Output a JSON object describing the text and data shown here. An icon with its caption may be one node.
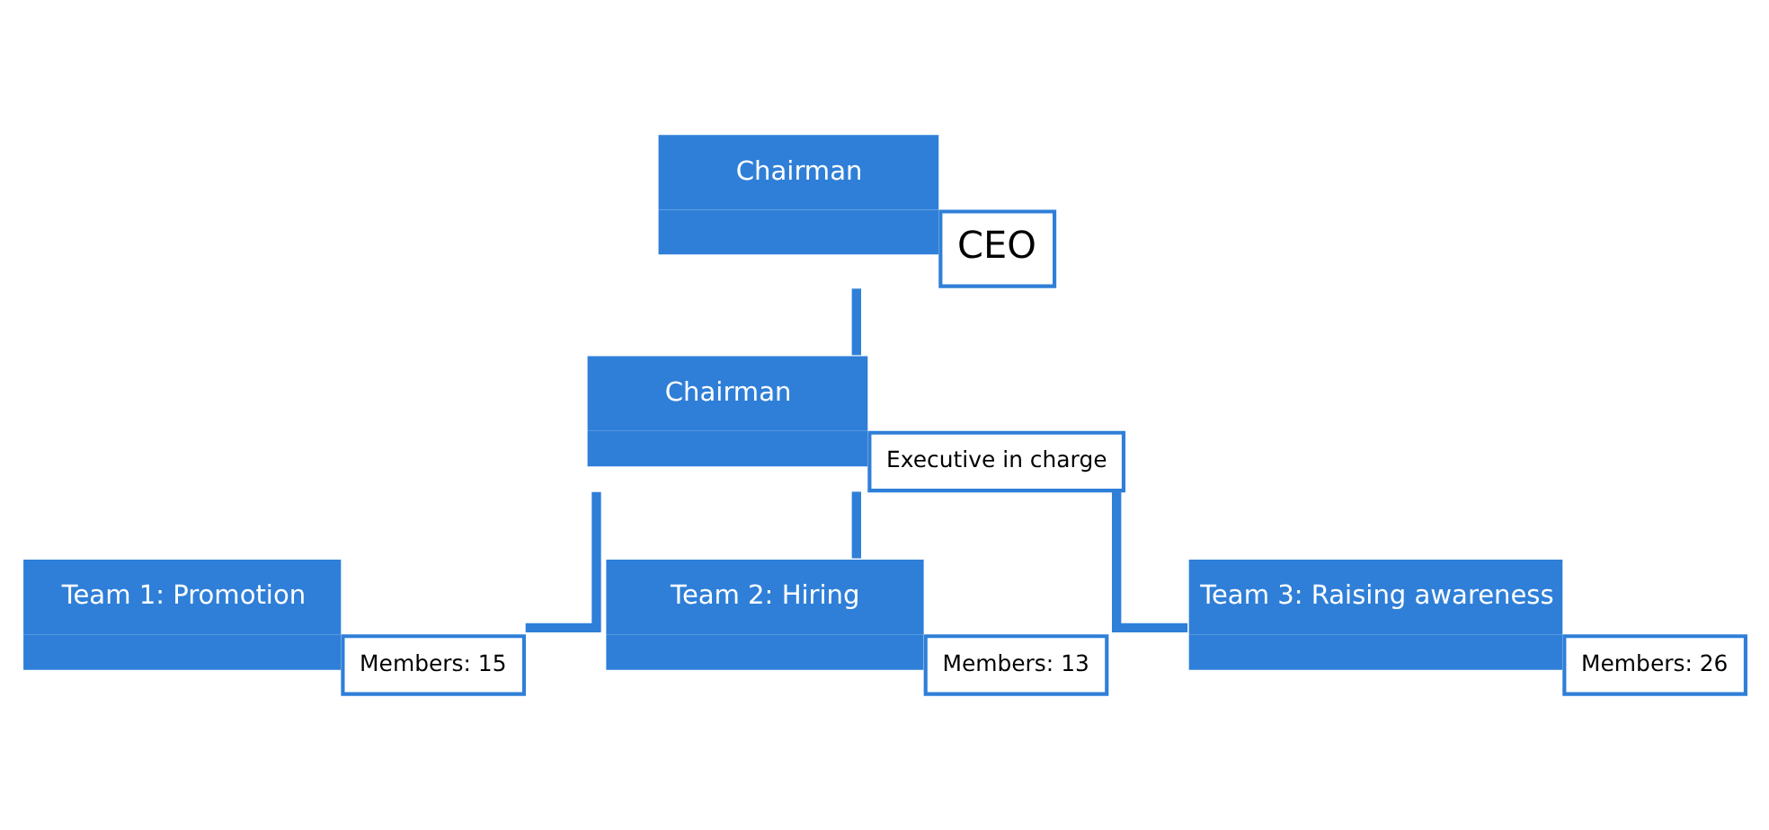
{
  "diagram": {
    "nodes": [
      {
        "text": [
          "Chairman",
          "CEO"
        ]
      },
      {
        "text": [
          "Chairman",
          "Executive in charge"
        ]
      },
      {
        "text": [
          "Team 1: Promotion",
          "Members: 15"
        ]
      },
      {
        "text": [
          "Team 2: Hiring",
          "Members: 13"
        ]
      },
      {
        "text": [
          "Team 3: Raising awareness",
          "Members: 26"
        ]
      }
    ],
    "edges": [
      {
        "from": 0,
        "to": 1,
        "arrow": "none"
      },
      {
        "from": 1,
        "to": 2,
        "arrow": "none"
      },
      {
        "from": 1,
        "to": 3,
        "arrow": "none"
      },
      {
        "from": 1,
        "to": 4,
        "arrow": "none"
      }
    ]
  }
}
